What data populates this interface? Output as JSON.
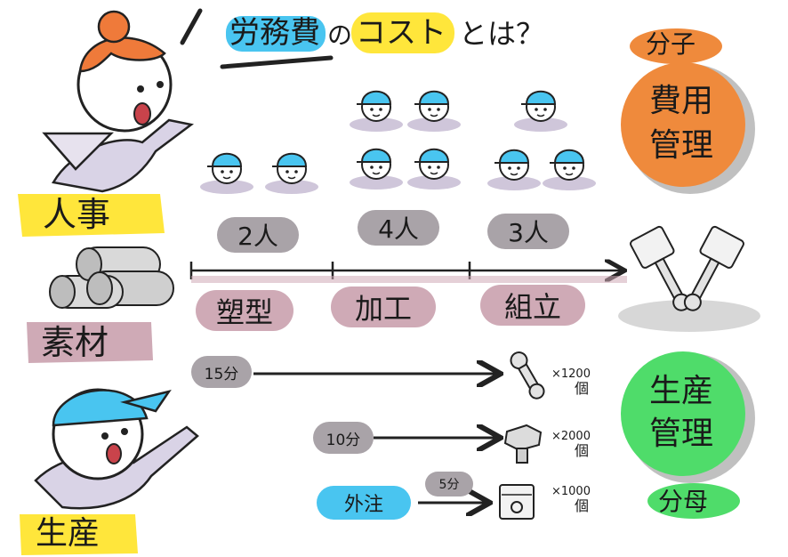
{
  "title": {
    "part1": "労務費",
    "part2": "の",
    "part3": "コスト",
    "part4": "とは？"
  },
  "labels": {
    "jinji": "人事",
    "sozai": "素材",
    "seisan": "生産",
    "bunshi": "分子",
    "bunbo": "分母",
    "hiyou_kanri": [
      "費用",
      "管理"
    ],
    "seisan_kanri": [
      "生産",
      "管理"
    ]
  },
  "processes": [
    {
      "name": "塑型",
      "workers": "2人"
    },
    {
      "name": "加工",
      "workers": "4人"
    },
    {
      "name": "組立",
      "workers": "3人"
    }
  ],
  "production": [
    {
      "time": "15分",
      "count": "×1200",
      "unit": "個"
    },
    {
      "time": "10分",
      "count": "×2000",
      "unit": "個"
    },
    {
      "time": "5分",
      "count": "×1000",
      "unit": "個",
      "tag": "外注"
    }
  ],
  "colors": {
    "yellow": "#ffe63b",
    "blue": "#49c5f0",
    "orange": "#ef8a3c",
    "green": "#4fdc6a",
    "mauve": "#cfaab6",
    "grey": "#a9a3a8"
  }
}
